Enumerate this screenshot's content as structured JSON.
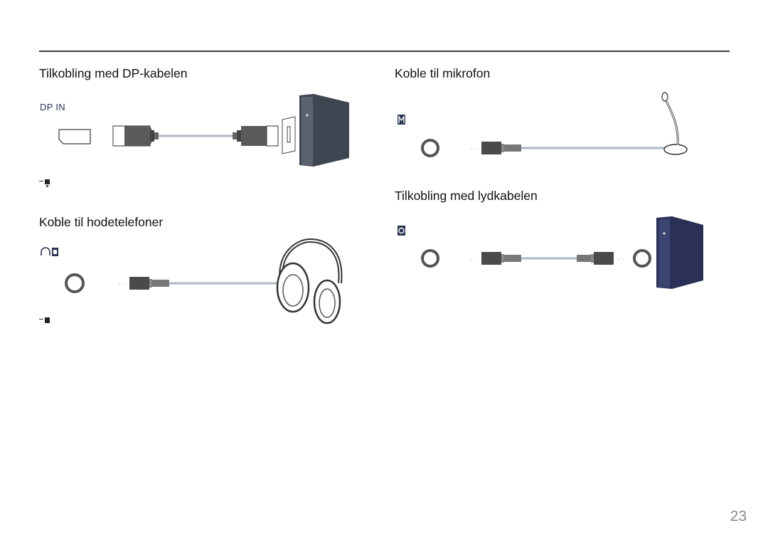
{
  "sections": {
    "dp": {
      "title": "Tilkobling med DP-kabelen",
      "port_label": "DP IN"
    },
    "headphones": {
      "title": "Koble til hodetelefoner"
    },
    "microphone": {
      "title": "Koble til mikrofon"
    },
    "audio_cable": {
      "title": "Tilkobling med lydkabelen"
    }
  },
  "page_number": "23",
  "colors": {
    "pc_body": "#3f4651",
    "pc_face": "#5b6270",
    "navy_pc": "#2b3156",
    "rule": "#3c3c3c"
  },
  "icons": [
    "note-icon",
    "headphone-icon",
    "mic-icon",
    "line-out-icon"
  ]
}
